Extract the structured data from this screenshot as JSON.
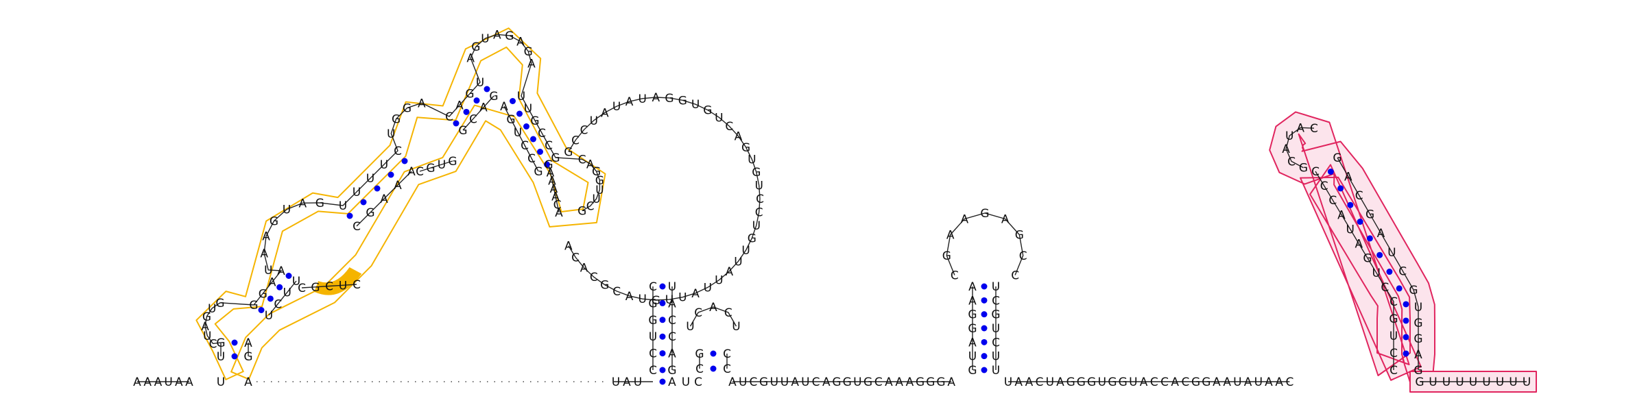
{
  "colors": {
    "background": "#ffffff",
    "base_text": "#111111",
    "pair_dot": "#0000ee",
    "backbone": "#222222",
    "highlight_1_stroke": "#f5b400",
    "highlight_1_fill": "#ffffff",
    "highlight_1_strong": "#f5b400",
    "highlight_2_stroke": "#e0245e",
    "highlight_2_fill": "#fce4ec"
  },
  "backbone_left": "AAAUAAUUAGAUGAGUAGUUUUCUGGACGUAGAGCCCCGGUGUCAGAUCGAAAAACUUAAAAAAGGAGGGGCAGAGACUGCUGCCGCCUUAUAUUGGAGUAGUGUCCGGUCUCCUAUAUAGGUGUCAGUGUCCUGUUAUUAUUGUACGCACCUGGCCUAUCC",
  "mid_strand": "AUCGUUAUCAGGUGCAAAGGGA",
  "right_strand": "UAACUAGGGUGGUACCACGGAAUAUAAC",
  "tail": "GUUUUUUUU",
  "helix_left": {
    "strand_a": "CCUGGC",
    "strand_b": "UACCAG"
  },
  "small_hairpin": {
    "stem_a": "CG",
    "loop": "UCACU",
    "stem_b": "CC"
  },
  "helix_mid": {
    "strand_a": "GUAGGAA",
    "strand_b": "UCGUCUU",
    "loop": "CGAAGAGCC"
  },
  "helix_right": {
    "strand_a": "CCUGCCUGAUACCC",
    "strand_b": "GACGAUCGUGGAG",
    "loop": "GCAUAC"
  },
  "domain_1": {
    "stem_bottom": {
      "a": "UG",
      "b": "AG"
    },
    "loop_bottom": "CUAGUG",
    "stem_2": {
      "a": "GGAA",
      "b": "UUCU"
    },
    "loop_2": "UAAGUAG",
    "inner_left": "CGCUC",
    "stem_3": {
      "a": "UUUUC",
      "b": "AAAGC"
    },
    "loop_3": "UGGA",
    "inner_3": "CGUG",
    "stem_4": {
      "a": "CAGU",
      "b": "GACG"
    },
    "loop_top": "AGUAGAGA",
    "stem_5": {
      "a": "UUGCCG",
      "b": "GCCUGA"
    },
    "loop_5": "CAGGUUCG",
    "inner_5": "GAAAACA",
    "big_loop": "GCCUAUAUAGGUGUCAGUGUCCUGUUAUUAUUGUACGCACA"
  }
}
